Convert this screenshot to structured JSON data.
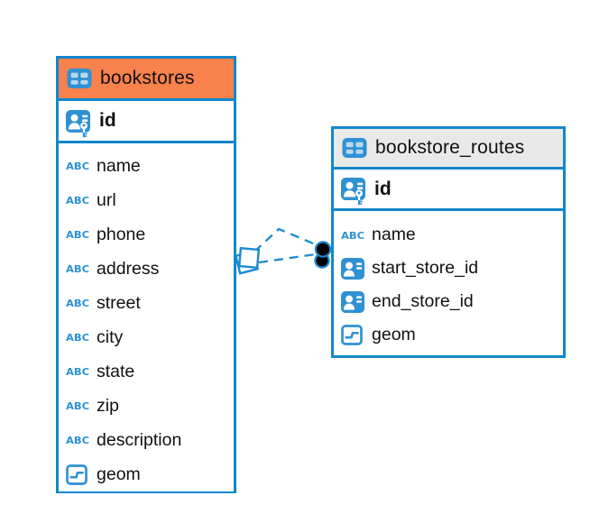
{
  "colors": {
    "table-border": "#1287cb",
    "connector-blue": "#1a8ad0",
    "icon-blue": "#2e91d3",
    "icon-cell": "#b9d8ec",
    "bookstores-header-bg": "#f8814c",
    "routes-header-bg": "#e9e9e9",
    "text": "#111111",
    "endpoint-black": "#000000"
  },
  "icons": {
    "text_type_glyph": "ABC"
  },
  "tables": [
    {
      "name": "bookstores",
      "primary_key": "id",
      "fields": [
        {
          "label": "name",
          "type": "text"
        },
        {
          "label": "url",
          "type": "text"
        },
        {
          "label": "phone",
          "type": "text"
        },
        {
          "label": "address",
          "type": "text"
        },
        {
          "label": "street",
          "type": "text"
        },
        {
          "label": "city",
          "type": "text"
        },
        {
          "label": "state",
          "type": "text"
        },
        {
          "label": "zip",
          "type": "text"
        },
        {
          "label": "description",
          "type": "text"
        },
        {
          "label": "geom",
          "type": "geometry"
        }
      ]
    },
    {
      "name": "bookstore_routes",
      "primary_key": "id",
      "fields": [
        {
          "label": "name",
          "type": "text"
        },
        {
          "label": "start_store_id",
          "type": "foreign-key"
        },
        {
          "label": "end_store_id",
          "type": "foreign-key"
        },
        {
          "label": "geom",
          "type": "geometry"
        }
      ]
    }
  ]
}
